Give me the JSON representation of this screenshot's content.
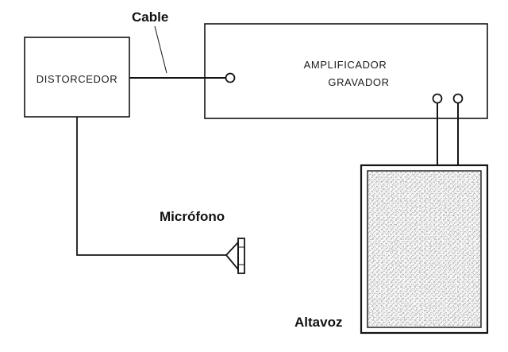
{
  "labels": {
    "distorter": "DISTORCEDOR",
    "amplifier_line1": "AMPLIFICADOR",
    "amplifier_line2": "GRAVADOR",
    "cable": "Cable",
    "microphone": "Micrófono",
    "speaker": "Altavoz"
  },
  "colors": {
    "ink": "#141414",
    "speaker_fill": "#f4f4f4",
    "speaker_dots": "#3a3a3a"
  }
}
